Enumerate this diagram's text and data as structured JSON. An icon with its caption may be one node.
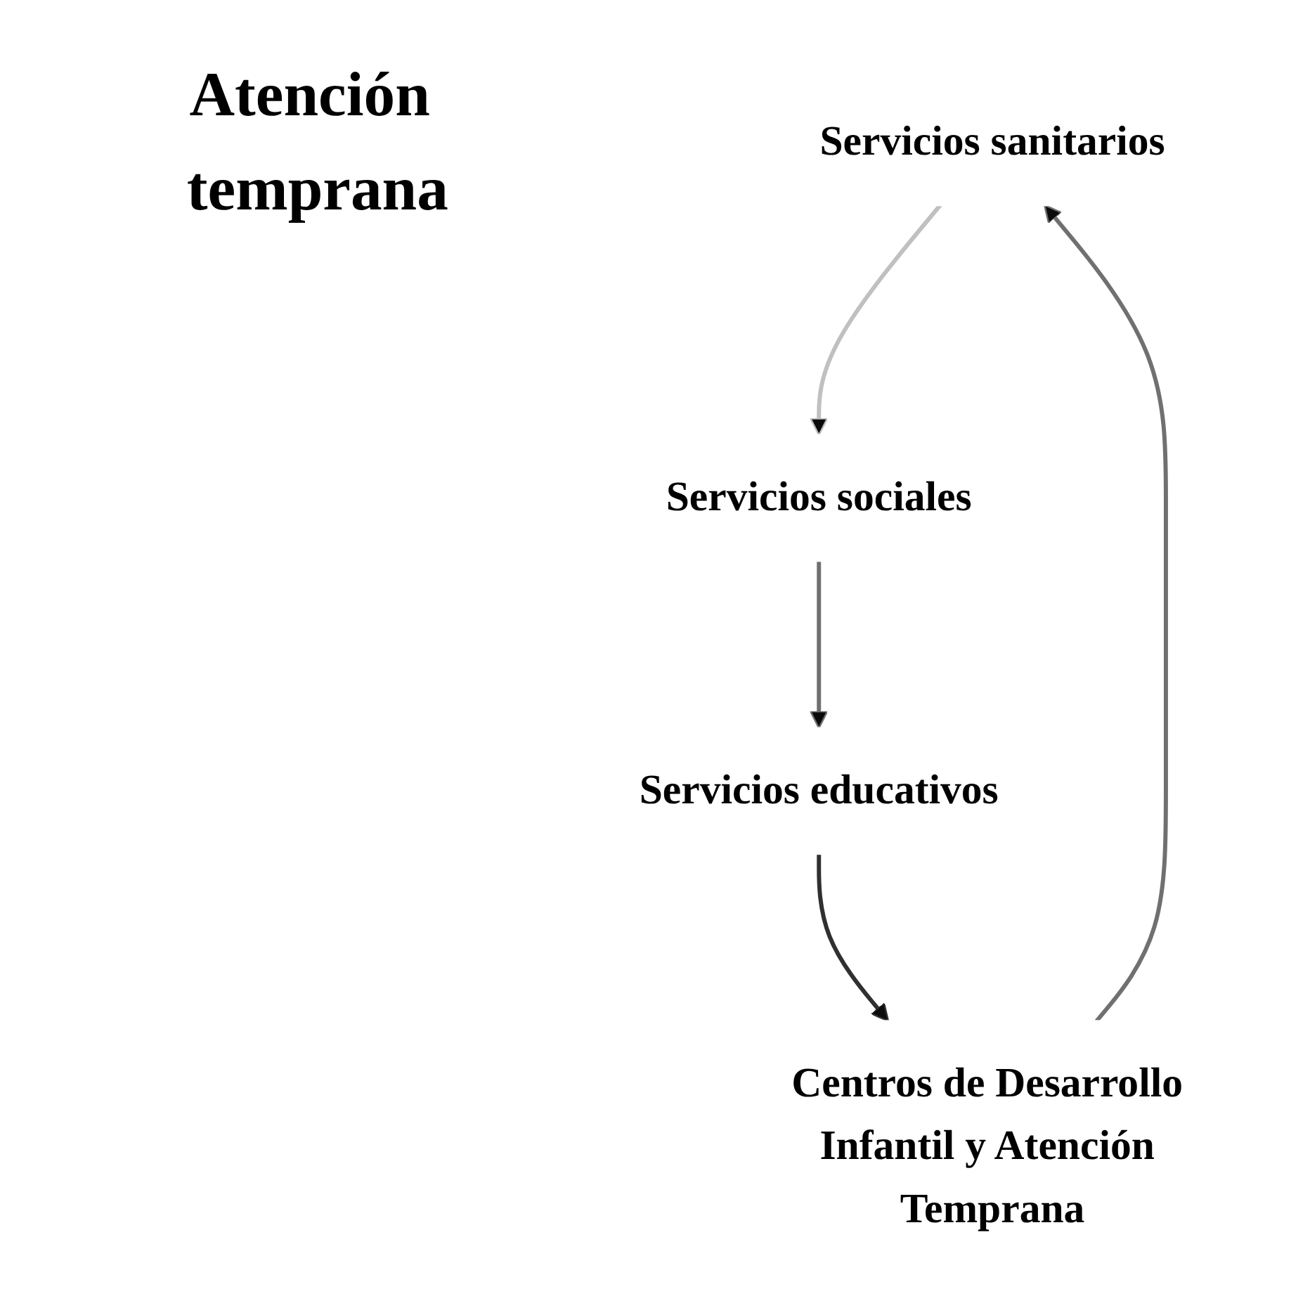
{
  "diagram": {
    "nodes": [
      {
        "text": [
          "Atención temprana"
        ]
      },
      {
        "text": [
          "Servicios sanitarios"
        ]
      },
      {
        "text": [
          "Servicios sociales"
        ]
      },
      {
        "text": [
          "Servicios educativos"
        ]
      },
      {
        "text": [
          "Centros de Desarrollo Infantil y Atención Temprana"
        ]
      }
    ],
    "edges": [
      {
        "from": 4,
        "to": 1,
        "arrow": "to",
        "color": "#707070"
      },
      {
        "from": 1,
        "to": 2,
        "arrow": "to",
        "color": "#c0c0c0"
      },
      {
        "from": 2,
        "to": 3,
        "arrow": "to",
        "color": "#707070"
      },
      {
        "from": 3,
        "to": 4,
        "arrow": "to",
        "color": "#303030"
      }
    ]
  }
}
